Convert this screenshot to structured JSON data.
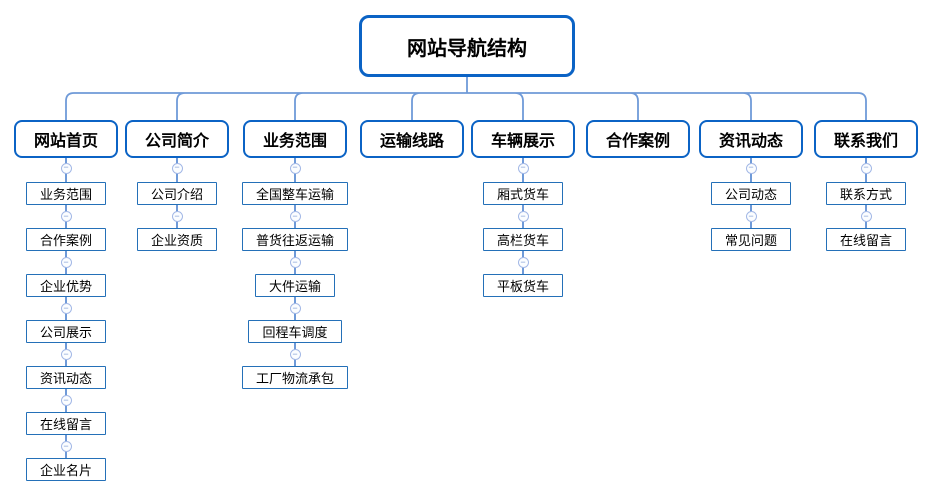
{
  "diagram": {
    "root": {
      "label": "网站导航结构"
    },
    "branches": [
      {
        "label": "网站首页",
        "children": [
          "业务范围",
          "合作案例",
          "企业优势",
          "公司展示",
          "资讯动态",
          "在线留言",
          "企业名片"
        ]
      },
      {
        "label": "公司简介",
        "children": [
          "公司介绍",
          "企业资质"
        ]
      },
      {
        "label": "业务范围",
        "children": [
          "全国整车运输",
          "普货往返运输",
          "大件运输",
          "回程车调度",
          "工厂物流承包"
        ]
      },
      {
        "label": "运输线路",
        "children": []
      },
      {
        "label": "车辆展示",
        "children": [
          "厢式货车",
          "高栏货车",
          "平板货车"
        ]
      },
      {
        "label": "合作案例",
        "children": []
      },
      {
        "label": "资讯动态",
        "children": [
          "公司动态",
          "常见问题"
        ]
      },
      {
        "label": "联系我们",
        "children": [
          "联系方式",
          "在线留言"
        ]
      }
    ],
    "icons": {
      "collapse": "−"
    },
    "colors": {
      "node_border": "#0b63c5",
      "child_border": "#2470b8",
      "connector": "#6f9ad8",
      "collapse_ring": "#a3b8e6",
      "text": "#000000",
      "background": "#ffffff"
    }
  }
}
